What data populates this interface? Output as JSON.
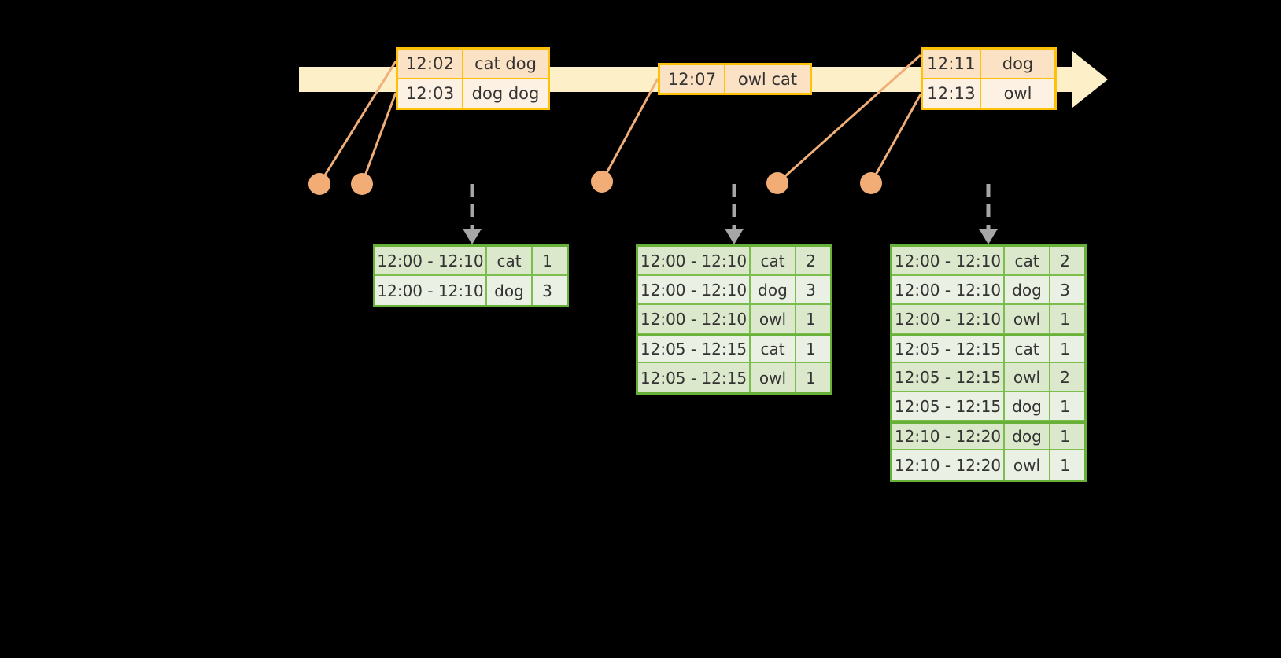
{
  "diagram": {
    "title": "sliding-window-stream-aggregation",
    "colors": {
      "timeline_fill": "#FDEFC8",
      "event_border": "#FFC107",
      "event_row_dark": "#FCE2C4",
      "event_row_light": "#FDF1E4",
      "connector": "#F0AE78",
      "dot": "#F2AD77",
      "table_border": "#67B138",
      "table_row_dark": "#DCE8CC",
      "table_row_light": "#EAF0E3",
      "arrow_grey": "#A6A6A6",
      "text": "#333333",
      "background": "#000000"
    }
  },
  "timeline": {
    "name": "event-time-axis",
    "arrow_direction": "right"
  },
  "events": [
    {
      "id": "event-group-1",
      "rows": [
        {
          "time": "12:02",
          "words": "cat dog"
        },
        {
          "time": "12:03",
          "words": "dog dog"
        }
      ]
    },
    {
      "id": "event-group-2",
      "rows": [
        {
          "time": "12:07",
          "words": "owl cat"
        }
      ]
    },
    {
      "id": "event-group-3",
      "rows": [
        {
          "time": "12:11",
          "words": "dog"
        },
        {
          "time": "12:13",
          "words": "owl"
        }
      ]
    }
  ],
  "tables": [
    {
      "id": "result-table-1",
      "rows": [
        {
          "window": "12:00 - 12:10",
          "word": "cat",
          "count": "1",
          "group": 0
        },
        {
          "window": "12:00 - 12:10",
          "word": "dog",
          "count": "3",
          "group": 0
        }
      ]
    },
    {
      "id": "result-table-2",
      "rows": [
        {
          "window": "12:00 - 12:10",
          "word": "cat",
          "count": "2",
          "group": 0
        },
        {
          "window": "12:00 - 12:10",
          "word": "dog",
          "count": "3",
          "group": 0
        },
        {
          "window": "12:00 - 12:10",
          "word": "owl",
          "count": "1",
          "group": 0
        },
        {
          "window": "12:05 - 12:15",
          "word": "cat",
          "count": "1",
          "group": 1
        },
        {
          "window": "12:05 - 12:15",
          "word": "owl",
          "count": "1",
          "group": 1
        }
      ]
    },
    {
      "id": "result-table-3",
      "rows": [
        {
          "window": "12:00 - 12:10",
          "word": "cat",
          "count": "2",
          "group": 0
        },
        {
          "window": "12:00 - 12:10",
          "word": "dog",
          "count": "3",
          "group": 0
        },
        {
          "window": "12:00 - 12:10",
          "word": "owl",
          "count": "1",
          "group": 0
        },
        {
          "window": "12:05 - 12:15",
          "word": "cat",
          "count": "1",
          "group": 1
        },
        {
          "window": "12:05 - 12:15",
          "word": "owl",
          "count": "2",
          "group": 1
        },
        {
          "window": "12:05 - 12:15",
          "word": "dog",
          "count": "1",
          "group": 1
        },
        {
          "window": "12:10 - 12:20",
          "word": "dog",
          "count": "1",
          "group": 2
        },
        {
          "window": "12:10 - 12:20",
          "word": "owl",
          "count": "1",
          "group": 2
        }
      ]
    }
  ]
}
